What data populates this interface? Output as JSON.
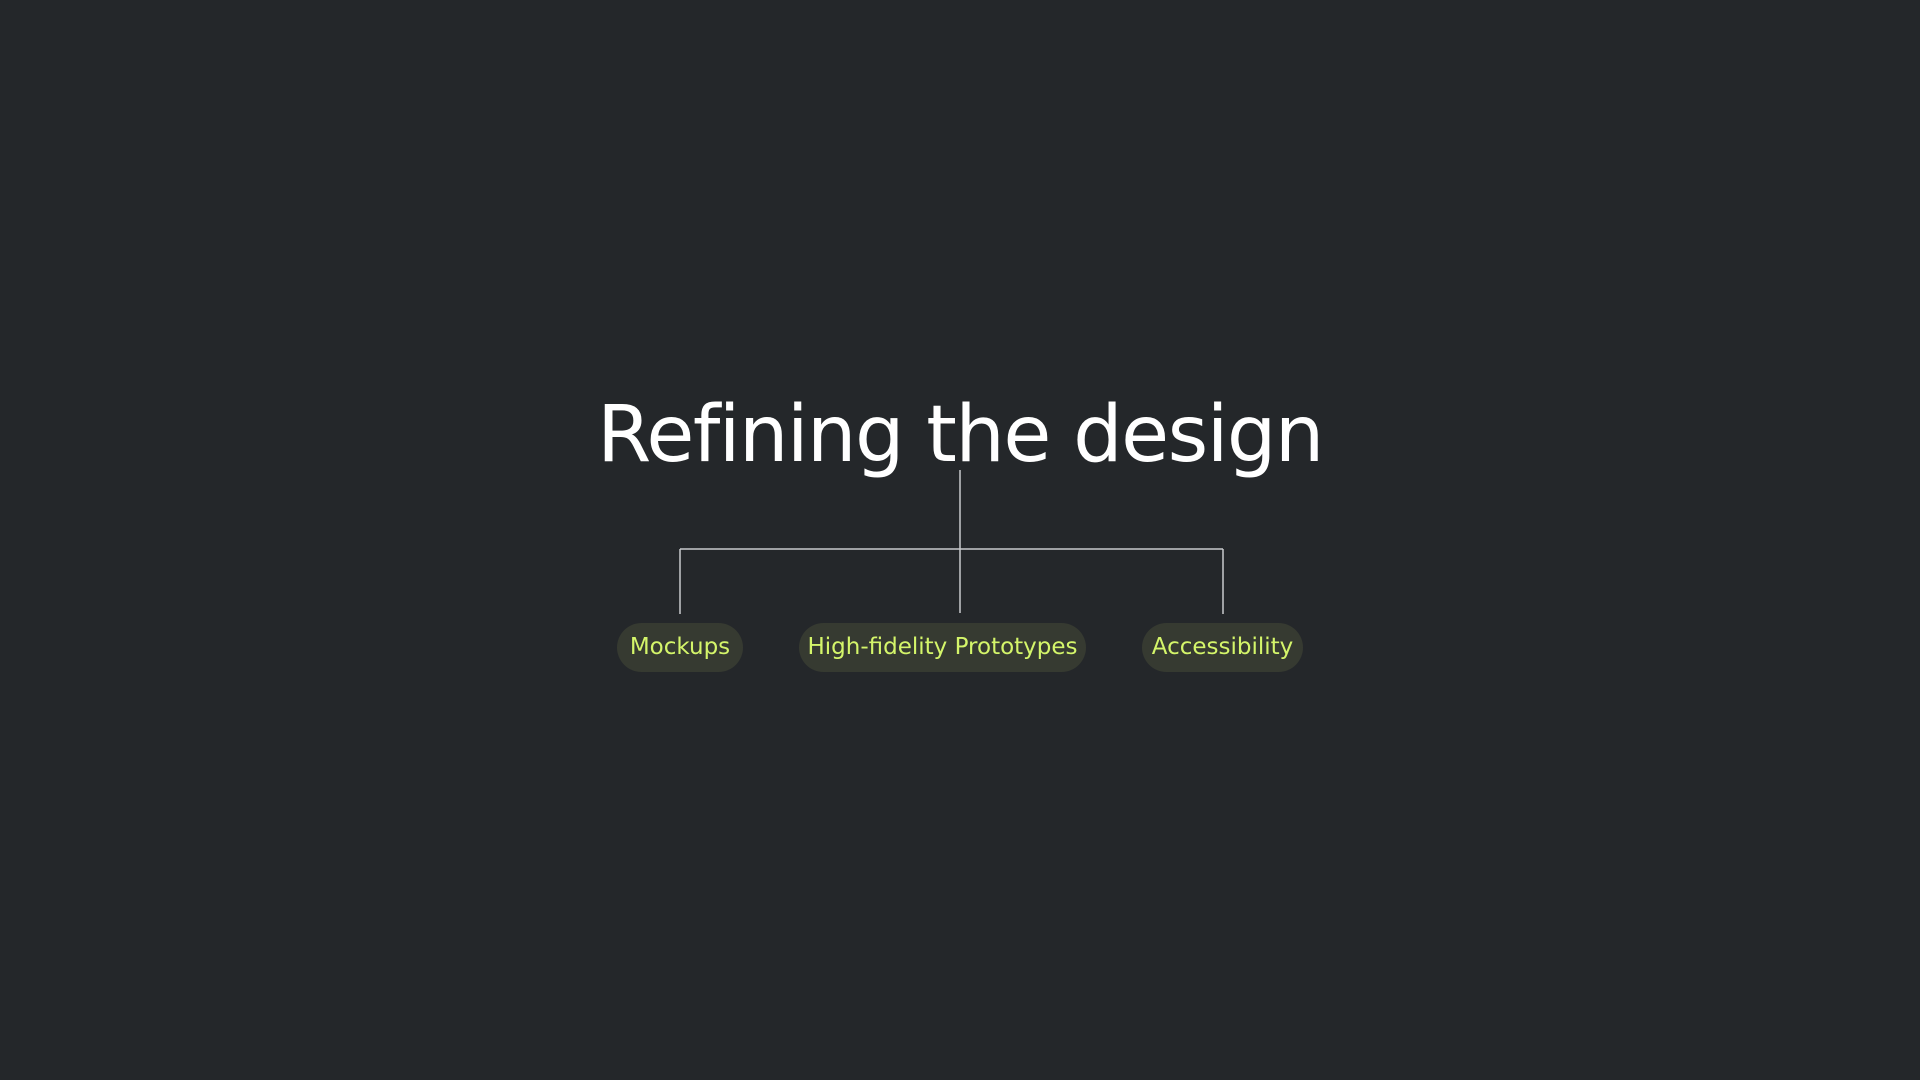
{
  "diagram": {
    "title": "Refining the design",
    "children": [
      {
        "label": "Mockups"
      },
      {
        "label": "High-fidelity Prototypes"
      },
      {
        "label": "Accessibility"
      }
    ]
  },
  "colors": {
    "background": "#24272a",
    "title": "#ffffff",
    "pill_background": "#363a31",
    "pill_text": "#d4f56a",
    "connector": "#c8cacc"
  }
}
